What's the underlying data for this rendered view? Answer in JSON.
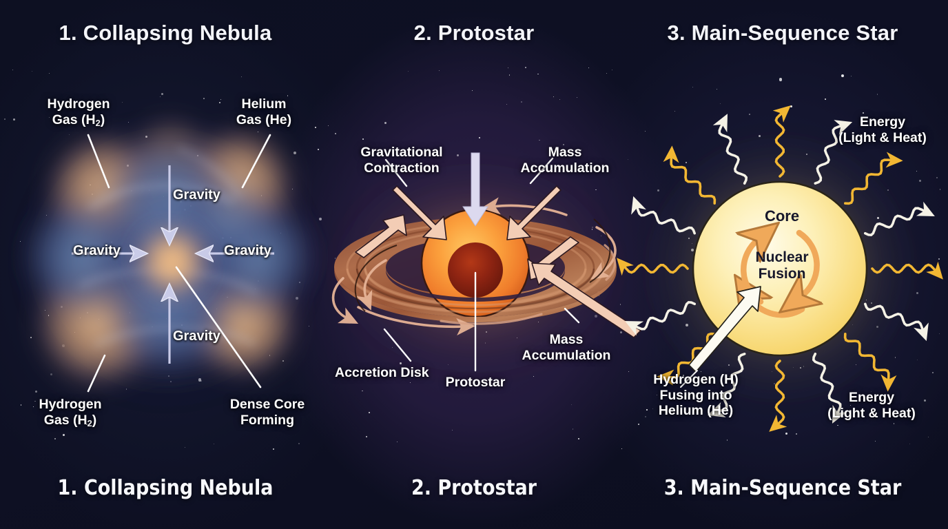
{
  "theme": {
    "background": "#0d1022",
    "panel2_tint": "#241a3a",
    "heading_color": "#f4f5fa",
    "label_color": "#ffffff",
    "gravity_arrow_color": "#c9cbe8",
    "protostar_body": "#f79b3c",
    "protostar_core": "#8e2412",
    "accretion_disk": "#a7633f",
    "mass_arrow_color": "#f3cdb5",
    "star_body": "#fdf3c4",
    "star_glow": "#f6d97a",
    "energy_gold": "#f2b733",
    "energy_white": "#f5f2e6",
    "fusion_arrow": "#f0a95a"
  },
  "panels": [
    {
      "id": "collapsing-nebula",
      "heading": "1. Collapsing Nebula",
      "caption": "1. Collapsing Nebula",
      "labels": [
        {
          "name": "hydrogen-gas-top",
          "lines": [
            "Hydrogen",
            "Gas (H",
            "2",
            ")"
          ],
          "text": "Hydrogen Gas (H2)"
        },
        {
          "name": "helium-gas",
          "lines": [
            "Helium",
            "Gas (He)"
          ],
          "text": "Helium Gas (He)"
        },
        {
          "name": "hydrogen-gas-bottom",
          "lines": [
            "Hydrogen",
            "Gas (H",
            "2",
            ")"
          ],
          "text": "Hydrogen Gas (H2)"
        },
        {
          "name": "dense-core-forming",
          "lines": [
            "Dense Core",
            "Forming"
          ],
          "text": "Dense Core Forming"
        }
      ],
      "label_text": {
        "hydrogen_l1": "Hydrogen",
        "hydrogen_l2a": "Gas (H",
        "hydrogen_sub": "2",
        "hydrogen_l2b": ")",
        "helium_l1": "Helium",
        "helium_l2": "Gas (He)",
        "dense_l1": "Dense Core",
        "dense_l2": "Forming"
      },
      "gravity_arrows": [
        {
          "name": "gravity-top",
          "label": "Gravity",
          "direction": "down"
        },
        {
          "name": "gravity-left",
          "label": "Gravity",
          "direction": "right"
        },
        {
          "name": "gravity-right",
          "label": "Gravity",
          "direction": "left"
        },
        {
          "name": "gravity-bottom",
          "label": "Gravity",
          "direction": "up"
        }
      ]
    },
    {
      "id": "protostar",
      "heading": "2. Protostar",
      "caption": "2. Protostar",
      "label_text": {
        "grav_contraction_l1": "Gravitational",
        "grav_contraction_l2": "Contraction",
        "mass_top_l1": "Mass",
        "mass_top_l2": "Accumulation",
        "mass_right_l1": "Mass",
        "mass_right_l2": "Accumulation",
        "accretion_disk": "Accretion Disk",
        "protostar": "Protostar"
      }
    },
    {
      "id": "main-sequence-star",
      "heading": "3. Main-Sequence Star",
      "caption": "3. Main-Sequence Star",
      "label_text": {
        "core": "Core",
        "fusion_l1": "Nuclear",
        "fusion_l2": "Fusion",
        "energy_top_l1": "Energy",
        "energy_top_l2": "(Light & Heat)",
        "energy_bottom_l1": "Energy",
        "energy_bottom_l2": "(Light & Heat)",
        "hydrogen_l1": "Hydrogen (H)",
        "hydrogen_l2": "Fusing into",
        "hydrogen_l3": "Helium (He)"
      }
    }
  ]
}
